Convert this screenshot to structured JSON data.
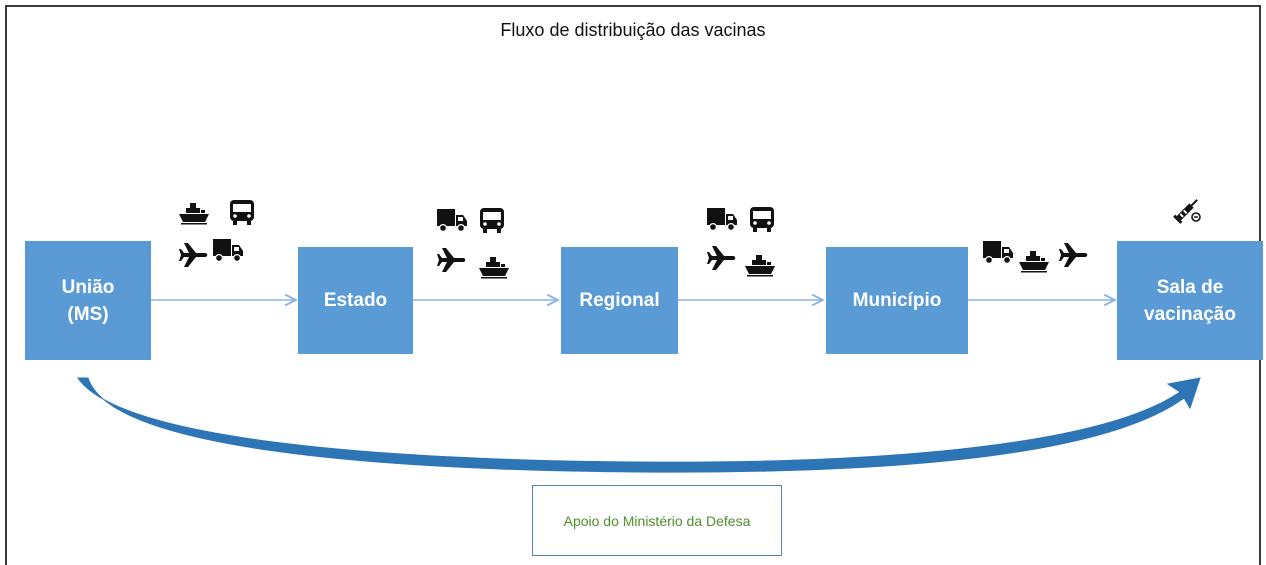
{
  "title": "Fluxo de distribuição das vacinas",
  "nodes": {
    "uniao": {
      "line1": "União",
      "line2": "(MS)"
    },
    "estado": {
      "label": "Estado"
    },
    "regional": {
      "label": "Regional"
    },
    "municipio": {
      "label": "Município"
    },
    "sala": {
      "line1": "Sala de",
      "line2": "vacinação"
    }
  },
  "transport": {
    "uniao_estado": [
      "ship-icon",
      "bus-icon",
      "airplane-icon",
      "truck-icon"
    ],
    "estado_regional": [
      "truck-icon",
      "bus-icon",
      "airplane-icon",
      "ship-icon"
    ],
    "regional_municipio": [
      "truck-icon",
      "bus-icon",
      "airplane-icon",
      "ship-icon"
    ],
    "municipio_sala": [
      "truck-icon",
      "ship-icon",
      "airplane-icon"
    ],
    "sala": [
      "syringe-icon"
    ]
  },
  "support": {
    "label": "Apoio do Ministério da Defesa"
  },
  "colors": {
    "node": "#5b9bd5",
    "arrow": "#8db3e2",
    "curve": "#2e75b6",
    "support_text": "#4e8f2e",
    "support_border": "#5a7fc0"
  }
}
